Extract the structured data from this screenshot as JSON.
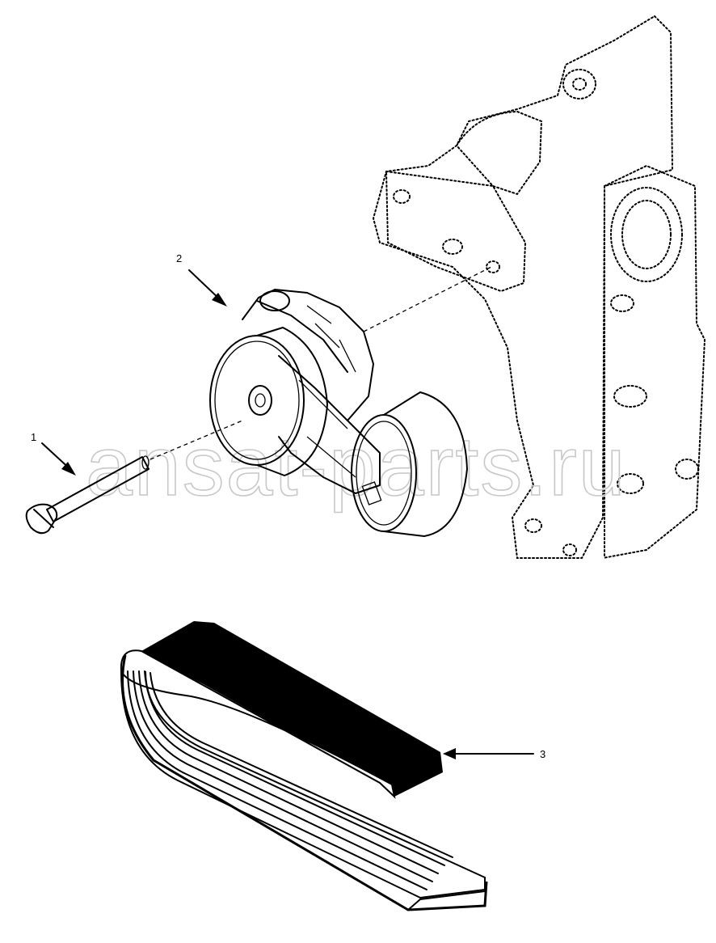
{
  "callouts": {
    "item_1": "1",
    "item_2": "2",
    "item_3": "3"
  },
  "watermark": "ansat-parts.ru",
  "colors": {
    "line": "#000000",
    "background": "#ffffff",
    "watermark": "#c8c8c8"
  }
}
